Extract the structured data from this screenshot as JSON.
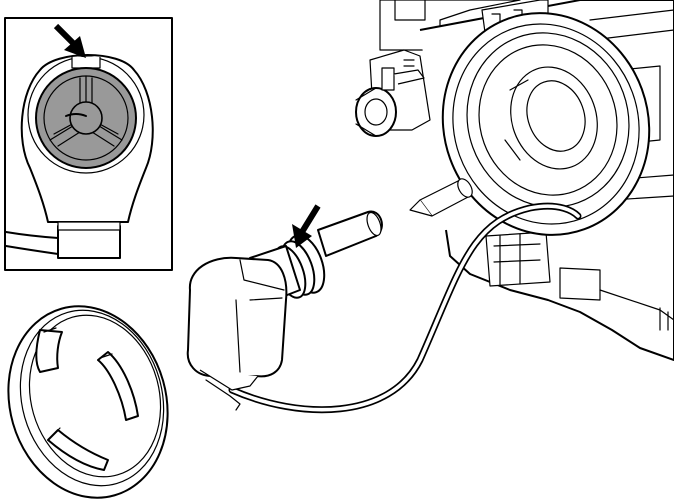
{
  "colors": {
    "line": "#000000",
    "background": "#ffffff",
    "bulb_fill": "#999999"
  },
  "parts": [
    {
      "name": "inset-detail",
      "icon": "bulb-socket-detail"
    },
    {
      "name": "headlamp-housing",
      "icon": "headlamp-housing"
    },
    {
      "name": "bulb-with-connector",
      "icon": "bulb"
    },
    {
      "name": "dust-cover",
      "icon": "cover-cap"
    }
  ],
  "arrows": [
    {
      "name": "inset-arrow",
      "icon": "arrow-down-right-icon"
    },
    {
      "name": "bulb-arrow",
      "icon": "arrow-down-left-icon"
    }
  ]
}
